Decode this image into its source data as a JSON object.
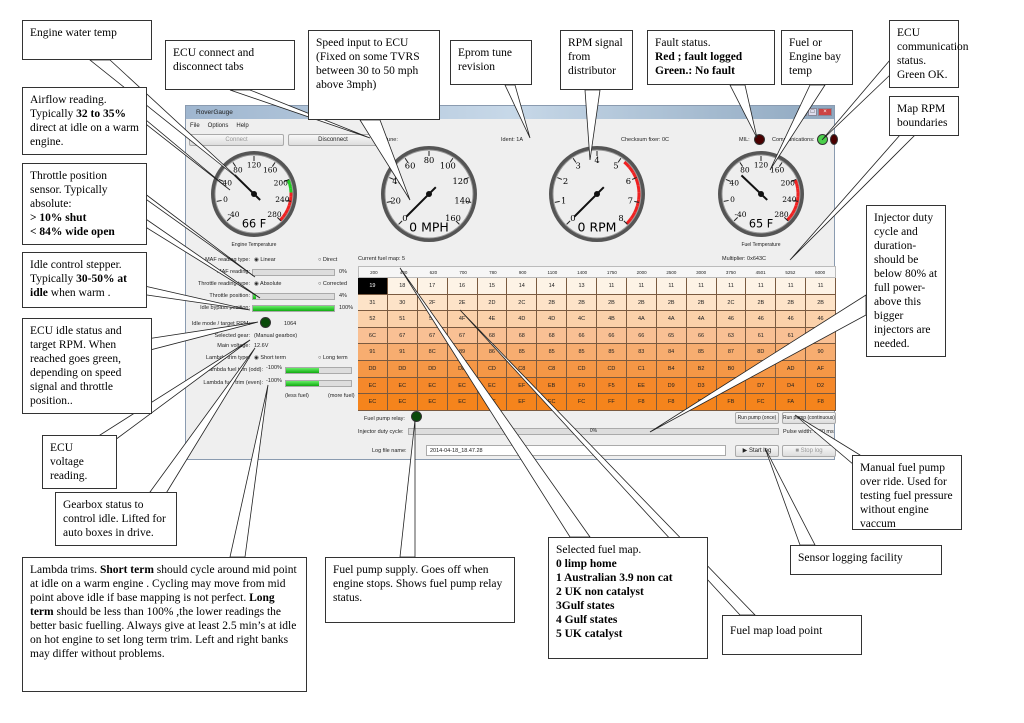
{
  "app": {
    "title": "RoverGauge",
    "menu": [
      "File",
      "Options",
      "Help"
    ],
    "toolbar": {
      "connect": "Connect",
      "disconnect": "Disconnect",
      "tune": "Tune:",
      "ident": "Ident: 1A",
      "checksum": "Checksum fixer: 0C",
      "mil": "MIL:",
      "communications": "Communications:"
    },
    "status_colors": {
      "mil": "#4a0000",
      "communications": "#4ad04a",
      "fuel_pump": "#0a4a0a",
      "idle": "#0a4a0a"
    },
    "gauges": [
      {
        "label": "Engine Temperature",
        "readout": "66 F",
        "ticks": [
          "-40",
          "0",
          "40",
          "80",
          "120",
          "160",
          "200",
          "240",
          "280"
        ],
        "value": 66,
        "min": -40,
        "max": 280
      },
      {
        "label": "",
        "readout": "0 MPH",
        "ticks": [
          "0",
          "20",
          "40",
          "60",
          "80",
          "100",
          "120",
          "140",
          "160"
        ],
        "value": 0,
        "min": 0,
        "max": 160
      },
      {
        "label": "",
        "readout": "0 RPM",
        "ticks": [
          "0",
          "1",
          "2",
          "3",
          "4",
          "5",
          "6",
          "7",
          "8"
        ],
        "value": 0,
        "min": 0,
        "max": 8
      },
      {
        "label": "Fuel Temperature",
        "readout": "65 F",
        "ticks": [
          "-40",
          "0",
          "40",
          "80",
          "120",
          "160",
          "200",
          "240",
          "280"
        ],
        "value": 65,
        "min": -40,
        "max": 280
      }
    ],
    "left_panel": {
      "maf_type_label": "MAF reading type:",
      "maf_linear": "Linear",
      "maf_direct": "Direct",
      "maf_reading_label": "MAF reading:",
      "maf_reading": "0%",
      "maf_fraction": 0,
      "throttle_type_label": "Throttle reading type:",
      "throttle_absolute": "Absolute",
      "throttle_corrected": "Corrected",
      "throttle_label": "Throttle position:",
      "throttle_value": "4%",
      "throttle_fraction": 0.04,
      "idle_bypass_label": "Idle bypass position:",
      "idle_bypass_value": "100%",
      "idle_bypass_fraction": 1.0,
      "idle_mode_label": "Idle mode / target RPM:",
      "idle_target": "1064",
      "gear_label": "Selected gear:",
      "gear_value": "(Manual gearbox)",
      "voltage_label": "Main voltage:",
      "voltage_value": "12.6V",
      "lambda_type_label": "Lambda trim type:",
      "lambda_short": "Short term",
      "lambda_long": "Long term",
      "lambda_odd_label": "Lambda fuel trim (odd):",
      "lambda_odd_value": "-100%",
      "lambda_even_label": "Lambda fuel trim (even):",
      "lambda_even_value": "-100%",
      "less_fuel": "(less fuel)",
      "more_fuel": "(more fuel)"
    },
    "fuel_map": {
      "current_label": "Current fuel map: 5",
      "multiplier": "Multiplier: 0x643C",
      "rpm_headers": [
        "200",
        "400",
        "620",
        "700",
        "780",
        "900",
        "1100",
        "1400",
        "1750",
        "2000",
        "2500",
        "3000",
        "3750",
        "4501",
        "5252",
        "6000"
      ],
      "rows": [
        [
          "19",
          "18",
          "17",
          "16",
          "15",
          "14",
          "14",
          "13",
          "11",
          "11",
          "11",
          "11",
          "11",
          "11",
          "11",
          "11"
        ],
        [
          "31",
          "30",
          "2F",
          "2E",
          "2D",
          "2C",
          "2B",
          "2B",
          "2B",
          "2B",
          "2B",
          "2B",
          "2C",
          "2B",
          "2B",
          "2B"
        ],
        [
          "52",
          "51",
          "50",
          "4F",
          "4E",
          "4D",
          "4D",
          "4C",
          "4B",
          "4A",
          "4A",
          "4A",
          "46",
          "46",
          "46",
          "46"
        ],
        [
          "6C",
          "67",
          "67",
          "67",
          "68",
          "68",
          "68",
          "66",
          "66",
          "66",
          "65",
          "66",
          "63",
          "61",
          "61",
          "61"
        ],
        [
          "91",
          "91",
          "8C",
          "89",
          "86",
          "85",
          "85",
          "85",
          "85",
          "83",
          "84",
          "85",
          "87",
          "8D",
          "8E",
          "90"
        ],
        [
          "DD",
          "DD",
          "DD",
          "DD",
          "CD",
          "C8",
          "C8",
          "CD",
          "CD",
          "C1",
          "B4",
          "B2",
          "B0",
          "AE",
          "AD",
          "AF"
        ],
        [
          "EC",
          "EC",
          "EC",
          "EC",
          "EC",
          "EF",
          "EB",
          "F0",
          "F5",
          "EE",
          "D9",
          "D3",
          "D5",
          "D7",
          "D4",
          "D2"
        ],
        [
          "EC",
          "EC",
          "EC",
          "EC",
          "EC",
          "EF",
          "EC",
          "FC",
          "FF",
          "F8",
          "F8",
          "F9",
          "FB",
          "FC",
          "FA",
          "F8"
        ]
      ],
      "row_colors": [
        "#fdf3e6",
        "#fde3c8",
        "#fbd1aa",
        "#f9c094",
        "#f7ad70",
        "#f59746",
        "#f5882a",
        "#f5841c"
      ]
    },
    "fuel_pump_label": "Fuel pump relay:",
    "run_once": "Run pump (once)",
    "run_continuous": "Run pump (continuous)",
    "injector_label": "Injector duty cycle:",
    "injector_value": "0%",
    "pulse_width": "Pulse width: 0.00 ms",
    "log_label": "Log file name:",
    "log_value": "2014-04-18_18.47.28",
    "start_log": "Start log",
    "stop_log": "Stop log"
  },
  "callouts": {
    "water_temp": "Engine water temp",
    "connect_tabs": "ECU connect and disconnect tabs",
    "speed": "Speed input to ECU (Fixed on some TVRS between 30 to 50 mph above 3mph)",
    "eprom": "Eprom tune revision",
    "rpm": "RPM signal from distributor",
    "fault_1": "Fault status.",
    "fault_2": "Red ; fault logged",
    "fault_3": "Green.: No fault",
    "fuel_temp": "Fuel or Engine bay temp",
    "comms": "ECU communication status. Green OK.",
    "map_rpm": "Map RPM boundaries",
    "airflow_1": "Airflow reading. Typically ",
    "airflow_2": "32 to 35%",
    "airflow_3": " direct at idle on a warm engine.",
    "throttle_1": "Throttle position sensor. Typically absolute:",
    "throttle_2": "> 10% shut",
    "throttle_3": "< 84% wide open",
    "idle_1": "Idle control stepper. Typically ",
    "idle_2": "30-50% at idle",
    "idle_3": " when warm .",
    "idle_status": "ECU idle status and target RPM. When reached goes green, depending on speed signal and throttle position..",
    "voltage": "ECU voltage reading.",
    "gearbox": "Gearbox status to control idle. Lifted for auto boxes in drive.",
    "lambda_1": "Lambda trims. ",
    "lambda_2": "Short term",
    "lambda_3": " should cycle around mid point at idle on a warm engine . Cycling may move from mid point above idle if base  mapping is not perfect. ",
    "lambda_4": "Long term",
    "lambda_5": " should be less than 100% ,the lower readings the better basic fuelling. Always give at least 2.5 min’s at idle on hot engine to set long term trim. Left and right banks may differ without problems.",
    "fuel_pump": "Fuel pump supply. Goes off when engine stops. Shows fuel pump relay status.",
    "fuel_map_title": "Selected fuel map.",
    "fuel_maps": [
      "0 limp  home",
      "1 Australian 3.9 non cat",
      "2 UK non catalyst",
      "3Gulf states",
      "4 Gulf states",
      "5 UK catalyst"
    ],
    "load_point": "Fuel map load point",
    "logging": "Sensor logging facility",
    "manual_pump": "Manual fuel pump over ride. Used for testing fuel pressure without engine vaccum",
    "injector": "Injector duty cycle and duration-should be below 80% at full power- above this bigger injectors are needed."
  }
}
